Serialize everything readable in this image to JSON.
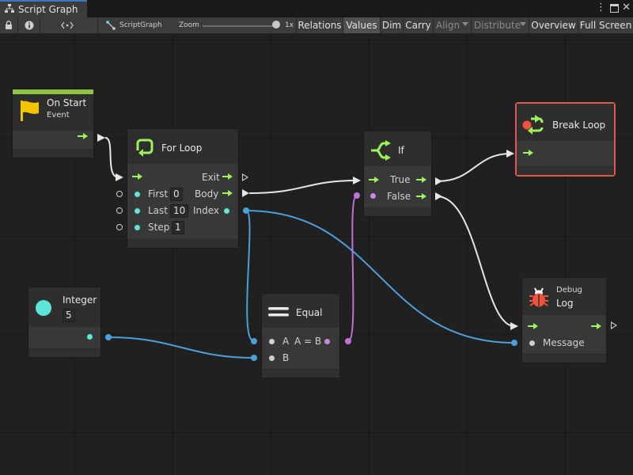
{
  "window": {
    "tab_title": "Script Graph",
    "menu_icon": "kebab-menu-icon",
    "maximize_icon": "maximize-icon",
    "close_icon": "close-icon"
  },
  "toolbar": {
    "graph_label": "ScriptGraph",
    "zoom_label": "Zoom",
    "zoom_value": "1x",
    "buttons": [
      "Relations",
      "Values",
      "Dim",
      "Carry",
      "Align",
      "Distribute",
      "Overview",
      "Full Screen"
    ]
  },
  "nodes": {
    "on_start": {
      "title": "On Start",
      "subtitle": "Event"
    },
    "for_loop": {
      "title": "For Loop",
      "exit_label": "Exit",
      "first_label": "First",
      "first_value": "0",
      "body_label": "Body",
      "last_label": "Last",
      "last_value": "10",
      "index_label": "Index",
      "step_label": "Step",
      "step_value": "1"
    },
    "if": {
      "title": "If",
      "true_label": "True",
      "false_label": "False"
    },
    "break_loop": {
      "title": "Break Loop",
      "highlight_color": "#e8554a"
    },
    "integer": {
      "title": "Integer",
      "value": "5"
    },
    "equal": {
      "title": "Equal",
      "a_label": "A",
      "result_label": "A = B",
      "b_label": "B"
    },
    "debug_log": {
      "subtitle": "Debug",
      "title": "Log",
      "message_label": "Message"
    }
  },
  "colors": {
    "flow": "#9cf35a",
    "number_port": "#5ce6d8",
    "bool_port": "#c986e6",
    "wire_flow": "#e6e6e6",
    "wire_number": "#4ba0dc",
    "wire_bool": "#c070d8"
  }
}
